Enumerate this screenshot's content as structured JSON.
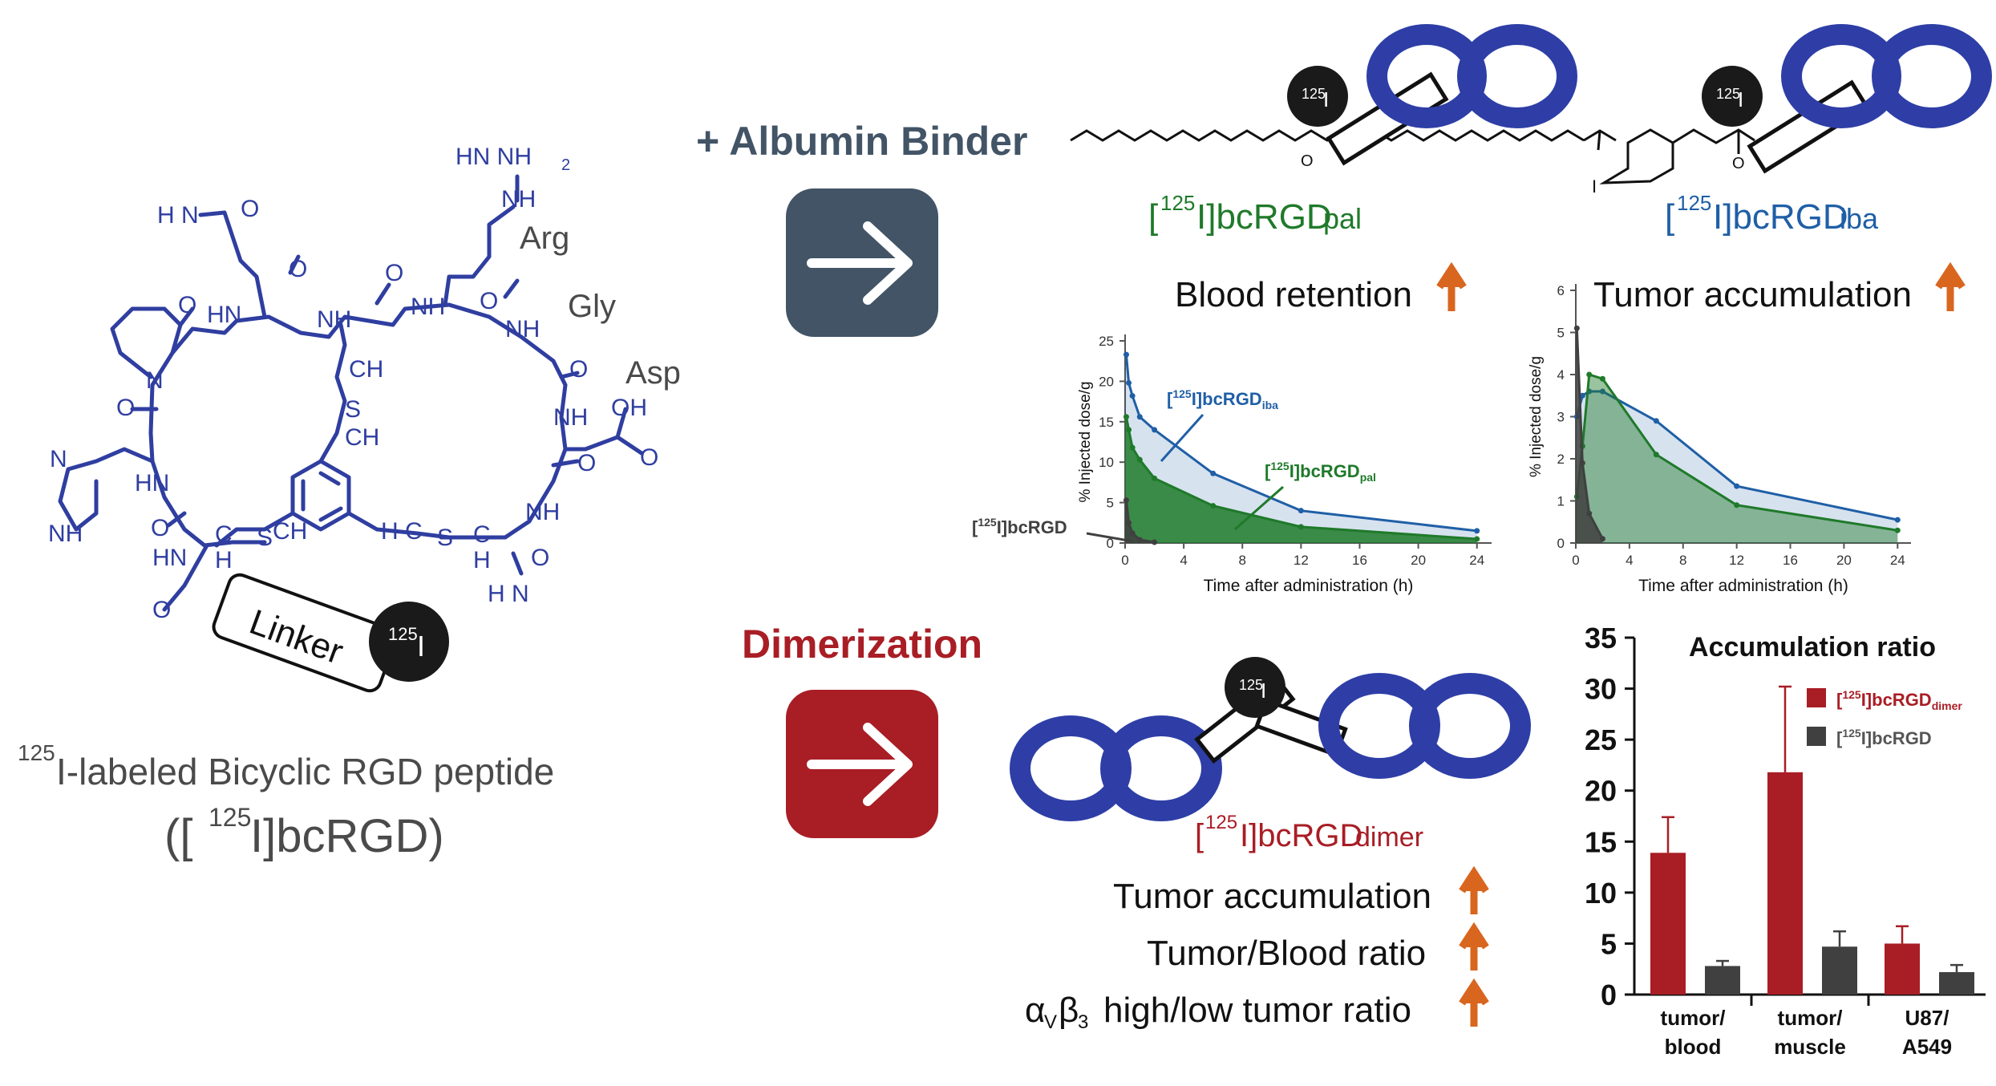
{
  "colors": {
    "chem_blue": "#2f3ea0",
    "iba_blue": "#1f5fa6",
    "pal_green": "#1f7a2a",
    "dimer_red": "#a91d25",
    "slate": "#425466",
    "orange": "#d9661f",
    "gray_text": "#4a4a4a",
    "dark_bar": "#404040",
    "ring_blue": "#2e3ea6"
  },
  "icons": [
    "arrow-right-icon",
    "arrow-up-icon",
    "iodine-125-ball",
    "linker-box",
    "bicycle-ring"
  ],
  "left": {
    "residues": [
      "Arg",
      "Gly",
      "Asp"
    ],
    "linker_label": "Linker",
    "iodine_mass": "125",
    "iodine_symbol": "I",
    "caption_line1_sup": "125",
    "caption_line1": "I-labeled Bicyclic RGD peptide",
    "caption_line2_pre": "([",
    "caption_line2_sup": "125",
    "caption_line2_post": "I]bcRGD)"
  },
  "chem_atoms": {
    "hn_nh2": "HN  NH",
    "two": "2",
    "nh": "NH",
    "h2n": "H N",
    "o": "O",
    "hn": "HN",
    "n": "N",
    "ch2": "CH",
    "s": "S",
    "oh": "OH",
    "h2c": "H C",
    "c": "C",
    "h2": "H",
    "h2n_bottom": "H N"
  },
  "albumin": {
    "title": "+ Albumin Binder",
    "pal_prefix": "[",
    "pal_sup": "125",
    "pal_name": "I]bcRGD",
    "pal_sub": "pal",
    "iba_prefix": "[",
    "iba_sup": "125",
    "iba_name": "I]bcRGD",
    "iba_sub": "iba",
    "iba_label_i": "I",
    "blood_retention": "Blood retention",
    "tumor_accumulation": "Tumor accumulation"
  },
  "dimer": {
    "title": "Dimerization",
    "name_prefix": "[",
    "name_sup": "125",
    "name": "I]bcRGD",
    "name_sub": "dimer",
    "effects": [
      "Tumor accumulation",
      "Tumor/Blood ratio",
      "high/low tumor ratio"
    ],
    "alpha": "α",
    "alpha_sub": "V",
    "beta": "β",
    "beta_sub": "3"
  },
  "chart_data": [
    {
      "type": "area",
      "ylabel": "% Injected dose/g",
      "xlabel": "Time after administration (h)",
      "xlim": [
        0,
        25
      ],
      "ylim": [
        0,
        25
      ],
      "xticks": [
        0,
        4,
        8,
        12,
        16,
        20,
        24
      ],
      "yticks": [
        0,
        5,
        10,
        15,
        20,
        25
      ],
      "series": [
        {
          "name": "[125I]bcRGDiba",
          "label_sup": "125",
          "label_main": "I]bcRGD",
          "label_sub": "iba",
          "color": "#1f5fa6",
          "x": [
            0.08,
            0.25,
            0.5,
            1,
            2,
            6,
            12,
            24
          ],
          "y": [
            23.3,
            19.8,
            18.2,
            15.6,
            14.0,
            8.6,
            4.0,
            1.5
          ]
        },
        {
          "name": "[125I]bcRGDpal",
          "label_sup": "125",
          "label_main": "I]bcRGD",
          "label_sub": "pal",
          "color": "#1f7a2a",
          "x": [
            0.08,
            0.25,
            0.5,
            1,
            2,
            6,
            12,
            24
          ],
          "y": [
            15.6,
            14.0,
            11.8,
            10.3,
            8.0,
            4.6,
            2.0,
            0.5
          ]
        },
        {
          "name": "[125I]bcRGD",
          "label_sup": "125",
          "label_main": "I]bcRGD",
          "label_sub": "",
          "color": "#404040",
          "x": [
            0.08,
            0.25,
            0.5,
            1,
            2
          ],
          "y": [
            5.3,
            2.5,
            1.2,
            0.4,
            0.1
          ]
        }
      ]
    },
    {
      "type": "area",
      "ylabel": "% Injected dose/g",
      "xlabel": "Time after administration (h)",
      "xlim": [
        0,
        25
      ],
      "ylim": [
        0,
        6
      ],
      "xticks": [
        0,
        4,
        8,
        12,
        16,
        20,
        24
      ],
      "yticks": [
        0,
        1,
        2,
        3,
        4,
        5,
        6
      ],
      "series": [
        {
          "name": "[125I]bcRGDiba",
          "color": "#1f5fa6",
          "x": [
            0.08,
            0.5,
            1,
            2,
            6,
            12,
            24
          ],
          "y": [
            3.0,
            3.5,
            3.6,
            3.6,
            2.9,
            1.35,
            0.55
          ]
        },
        {
          "name": "[125I]bcRGDpal",
          "color": "#1f7a2a",
          "x": [
            0.08,
            0.5,
            1,
            2,
            6,
            12,
            24
          ],
          "y": [
            1.1,
            2.3,
            4.0,
            3.9,
            2.1,
            0.9,
            0.3
          ]
        },
        {
          "name": "[125I]bcRGD",
          "color": "#404040",
          "x": [
            0.08,
            0.5,
            1,
            2
          ],
          "y": [
            5.1,
            1.9,
            0.7,
            0.1
          ]
        }
      ]
    },
    {
      "type": "bar",
      "title": "Accumulation ratio",
      "categories": [
        "tumor/ blood",
        "tumor/ muscle",
        "U87/ A549"
      ],
      "category_lines": [
        [
          "tumor/",
          "blood"
        ],
        [
          "tumor/",
          "muscle"
        ],
        [
          "U87/",
          "A549"
        ]
      ],
      "ylim": [
        0,
        35
      ],
      "yticks": [
        0,
        5,
        10,
        15,
        20,
        25,
        30,
        35
      ],
      "series": [
        {
          "name": "[125I]bcRGDdimer",
          "legend_sup": "125",
          "legend_main": "I]bcRGD",
          "legend_sub": "dimer",
          "color": "#a91d25",
          "values": [
            13.9,
            21.8,
            5.0
          ],
          "errors": [
            3.5,
            8.4,
            1.7
          ]
        },
        {
          "name": "[125I]bcRGD",
          "legend_sup": "125",
          "legend_main": "I]bcRGD",
          "legend_sub": "",
          "color": "#404040",
          "values": [
            2.8,
            4.7,
            2.2
          ],
          "errors": [
            0.5,
            1.5,
            0.7
          ]
        }
      ]
    }
  ]
}
